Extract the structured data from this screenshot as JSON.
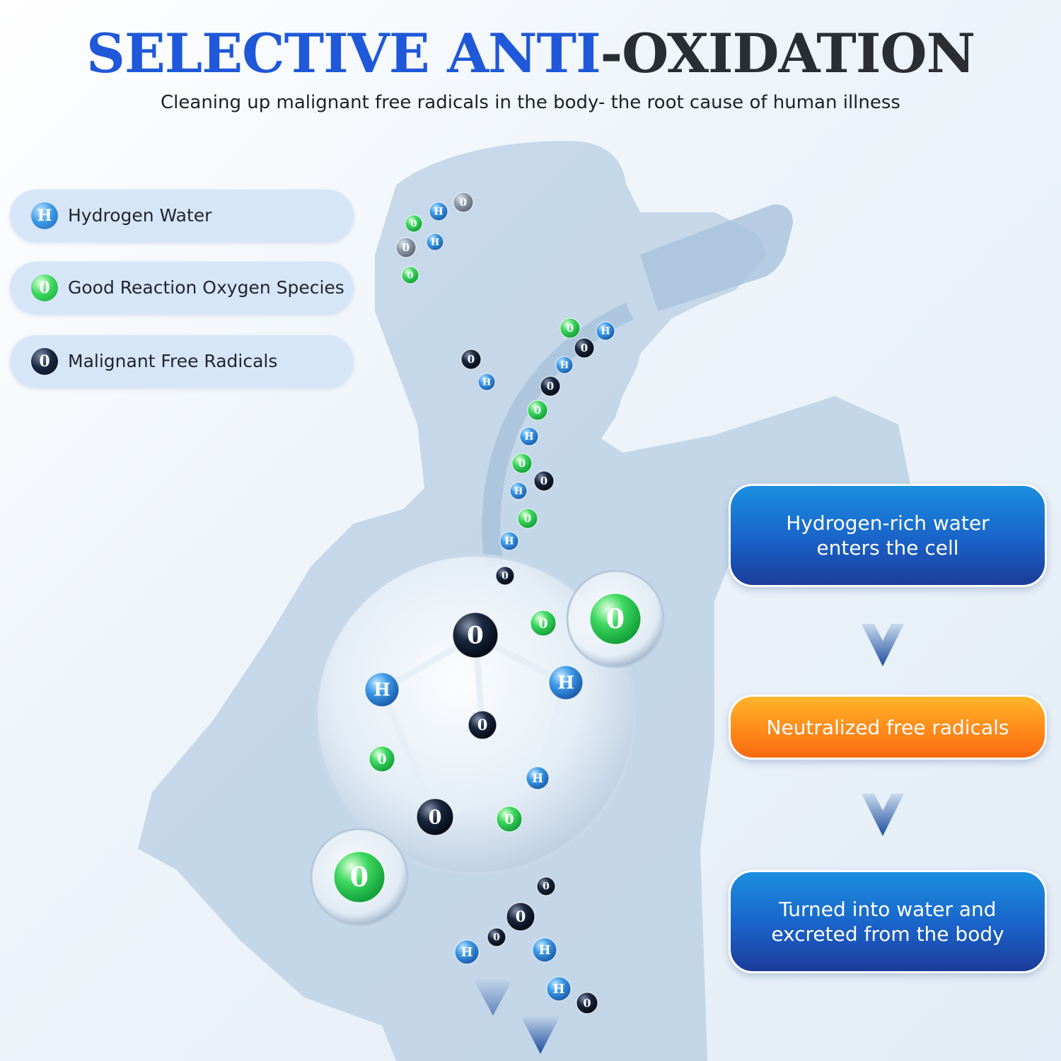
{
  "header": {
    "title_blue": "SELECTIVE ANTI",
    "title_dark": "-OXIDATION",
    "subtitle": "Cleaning up malignant free radicals in the body- the root cause of human illness"
  },
  "legend": [
    {
      "symbol": "H",
      "kind": "hydrogen",
      "label": "Hydrogen Water",
      "color": "#3e9be8"
    },
    {
      "symbol": "0",
      "kind": "good-oxygen",
      "label": "Good Reaction Oxygen Species",
      "color": "#3ed860"
    },
    {
      "symbol": "0",
      "kind": "free-radical",
      "label": "Malignant Free Radicals",
      "color": "#0f1a2e"
    }
  ],
  "process_steps": [
    {
      "label": "Hydrogen-rich water\nenters the cell",
      "style": "blue"
    },
    {
      "label": "Neutralized free radicals",
      "style": "orange"
    },
    {
      "label": "Turned into water and\nexcreted from the body",
      "style": "blue"
    }
  ],
  "colors": {
    "title_blue": "#1f58d8",
    "title_dark": "#2a2e33",
    "silhouette": "#b7cde3",
    "step_blue": "#1a62c8",
    "step_orange": "#ff8a1a",
    "arrow": "#1d4ea0"
  },
  "icons": {
    "hydrogen": "H",
    "oxygen": "0"
  }
}
